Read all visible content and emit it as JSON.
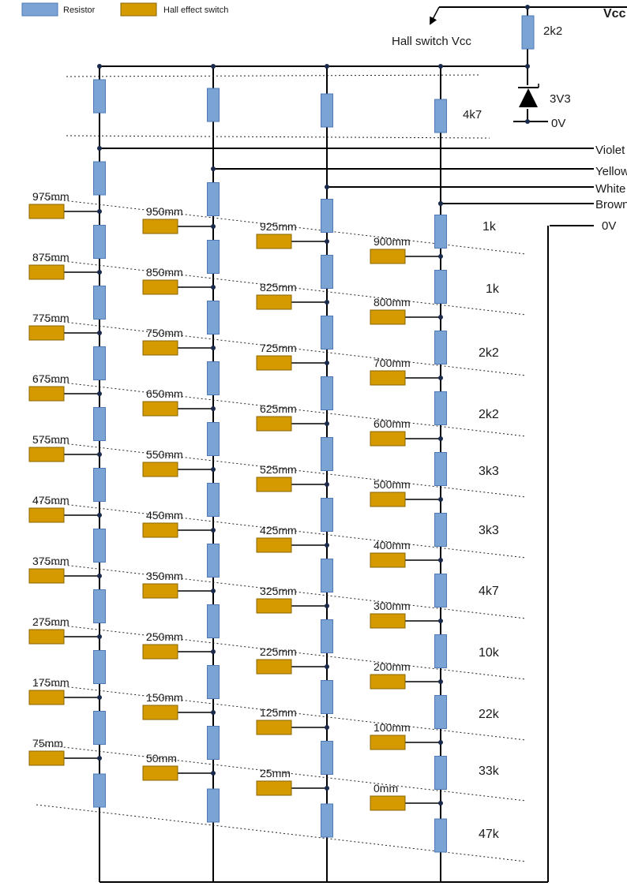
{
  "colors": {
    "resistor_fill": "#7ba3d4",
    "resistor_stroke": "#4e7bb8",
    "switch_fill": "#d49a00",
    "switch_stroke": "#8a6400",
    "wire": "#000000",
    "node": "#1a2a4a"
  },
  "legend": {
    "resistor_label": "Resistor",
    "switch_label": "Hall effect switch"
  },
  "supply": {
    "vcc_label": "Vcc",
    "hall_vcc_label": "Hall switch Vcc",
    "series_resistor": "2k2",
    "zener_label": "3V3",
    "zener_ground_label": "0V",
    "top_resistor": "4k7"
  },
  "outputs": [
    {
      "label": "Violet"
    },
    {
      "label": "Yellow"
    },
    {
      "label": "White"
    },
    {
      "label": "Brown"
    },
    {
      "label": "0V"
    }
  ],
  "resistor_values": [
    "1k",
    "1k",
    "2k2",
    "2k2",
    "3k3",
    "3k3",
    "4k7",
    "10k",
    "22k",
    "33k",
    "47k"
  ],
  "columns": [
    {
      "positions": [
        "975mm",
        "875mm",
        "775mm",
        "675mm",
        "575mm",
        "475mm",
        "375mm",
        "275mm",
        "175mm",
        "75mm"
      ]
    },
    {
      "positions": [
        "950mm",
        "850mm",
        "750mm",
        "650mm",
        "550mm",
        "450mm",
        "350mm",
        "250mm",
        "150mm",
        "50mm"
      ]
    },
    {
      "positions": [
        "925mm",
        "825mm",
        "725mm",
        "625mm",
        "525mm",
        "425mm",
        "325mm",
        "225mm",
        "125mm",
        "25mm"
      ]
    },
    {
      "positions": [
        "900mm",
        "800mm",
        "700mm",
        "600mm",
        "500mm",
        "400mm",
        "300mm",
        "200mm",
        "100mm",
        "0mm"
      ]
    }
  ]
}
